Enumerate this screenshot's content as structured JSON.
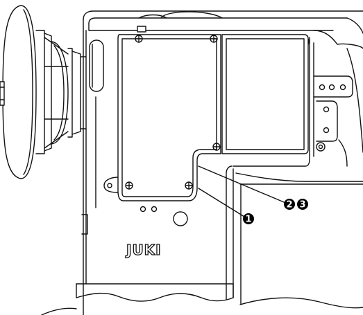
{
  "figure": {
    "brand_logo": "JUKI",
    "callouts": [
      {
        "id": "callout-1",
        "label": "1"
      },
      {
        "id": "callout-2",
        "label": "2"
      },
      {
        "id": "callout-3",
        "label": "3"
      }
    ],
    "colors": {
      "line": "#111111",
      "fill": "#ffffff",
      "callout_fill": "#000000",
      "callout_text": "#ffffff"
    }
  }
}
